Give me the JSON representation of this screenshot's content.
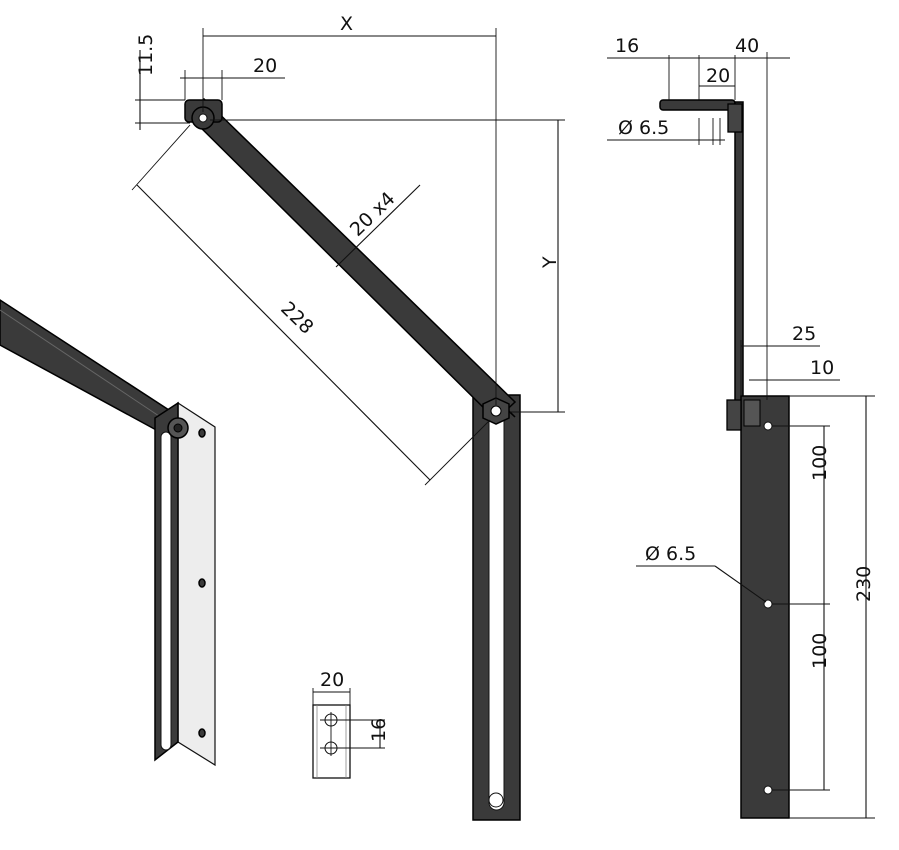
{
  "dimensions": {
    "x_label": "X",
    "y_label": "Y",
    "offset_11_5": "11.5",
    "top_20": "20",
    "arm_section": "20 x4",
    "arm_length": "228",
    "side_16": "16",
    "side_40": "40",
    "side_20": "20",
    "side_hole_top": "Ø 6.5",
    "side_25": "25",
    "side_10": "10",
    "side_100_top": "100",
    "side_100_bottom": "100",
    "side_230": "230",
    "side_hole_mid": "Ø 6.5",
    "tab_20": "20",
    "tab_16": "16"
  }
}
